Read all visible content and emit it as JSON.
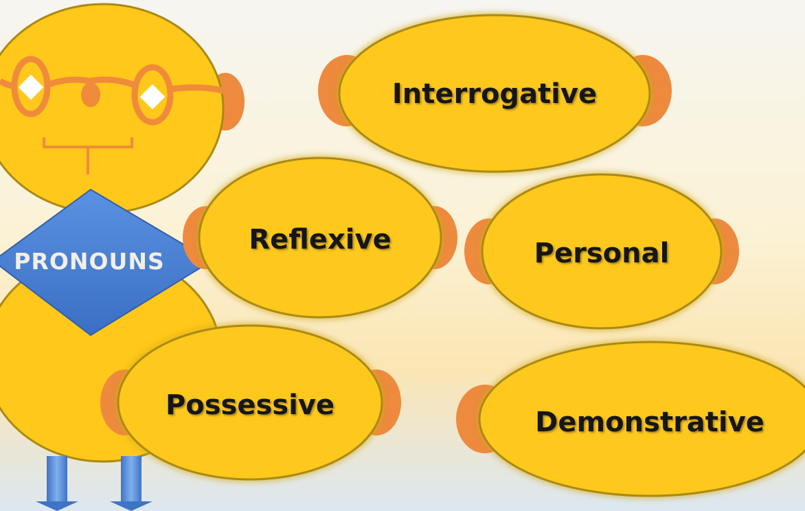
{
  "center": {
    "label": "PRONOUNS"
  },
  "types": [
    {
      "id": "interrogative",
      "label": "Interrogative"
    },
    {
      "id": "reflexive",
      "label": "Reflexive"
    },
    {
      "id": "personal",
      "label": "Personal"
    },
    {
      "id": "possessive",
      "label": "Possessive"
    },
    {
      "id": "demonstrative",
      "label": "Demonstrative"
    }
  ],
  "colors": {
    "body_fill": "#ffc81a",
    "outline": "#a98a12",
    "ear": "#ee8a3e",
    "glasses": "#ef8b3a",
    "diamond": "#4a82d6",
    "arrow": "#5b8fd6"
  }
}
